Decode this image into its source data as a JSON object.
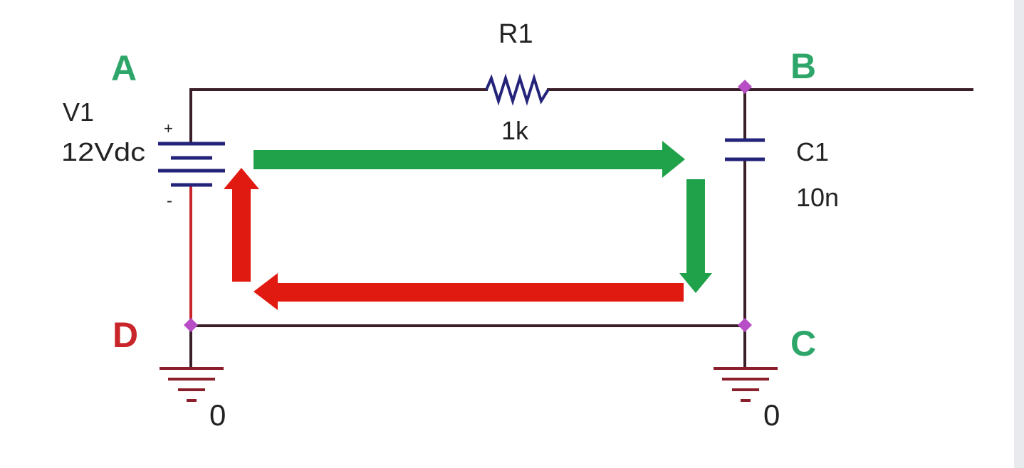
{
  "diagram": {
    "nodes": {
      "A": "A",
      "B": "B",
      "C": "C",
      "D": "D"
    },
    "source": {
      "name": "V1",
      "value": "12Vdc",
      "plus": "+",
      "minus": "-"
    },
    "resistor": {
      "name": "R1",
      "value": "1k"
    },
    "capacitor": {
      "name": "C1",
      "value": "10n"
    },
    "grounds": [
      "0",
      "0"
    ]
  },
  "colors": {
    "wire": "#3a1e2a",
    "wire_red_segment": "#c8262a",
    "component_blue": "#24237a",
    "junction": "#b84ec6",
    "node_green": "#2ea66a",
    "node_red": "#c8262a",
    "arrow_green": "#20a24a",
    "arrow_red": "#e01a10",
    "ground": "#8a1e2a",
    "text": "#222222"
  }
}
